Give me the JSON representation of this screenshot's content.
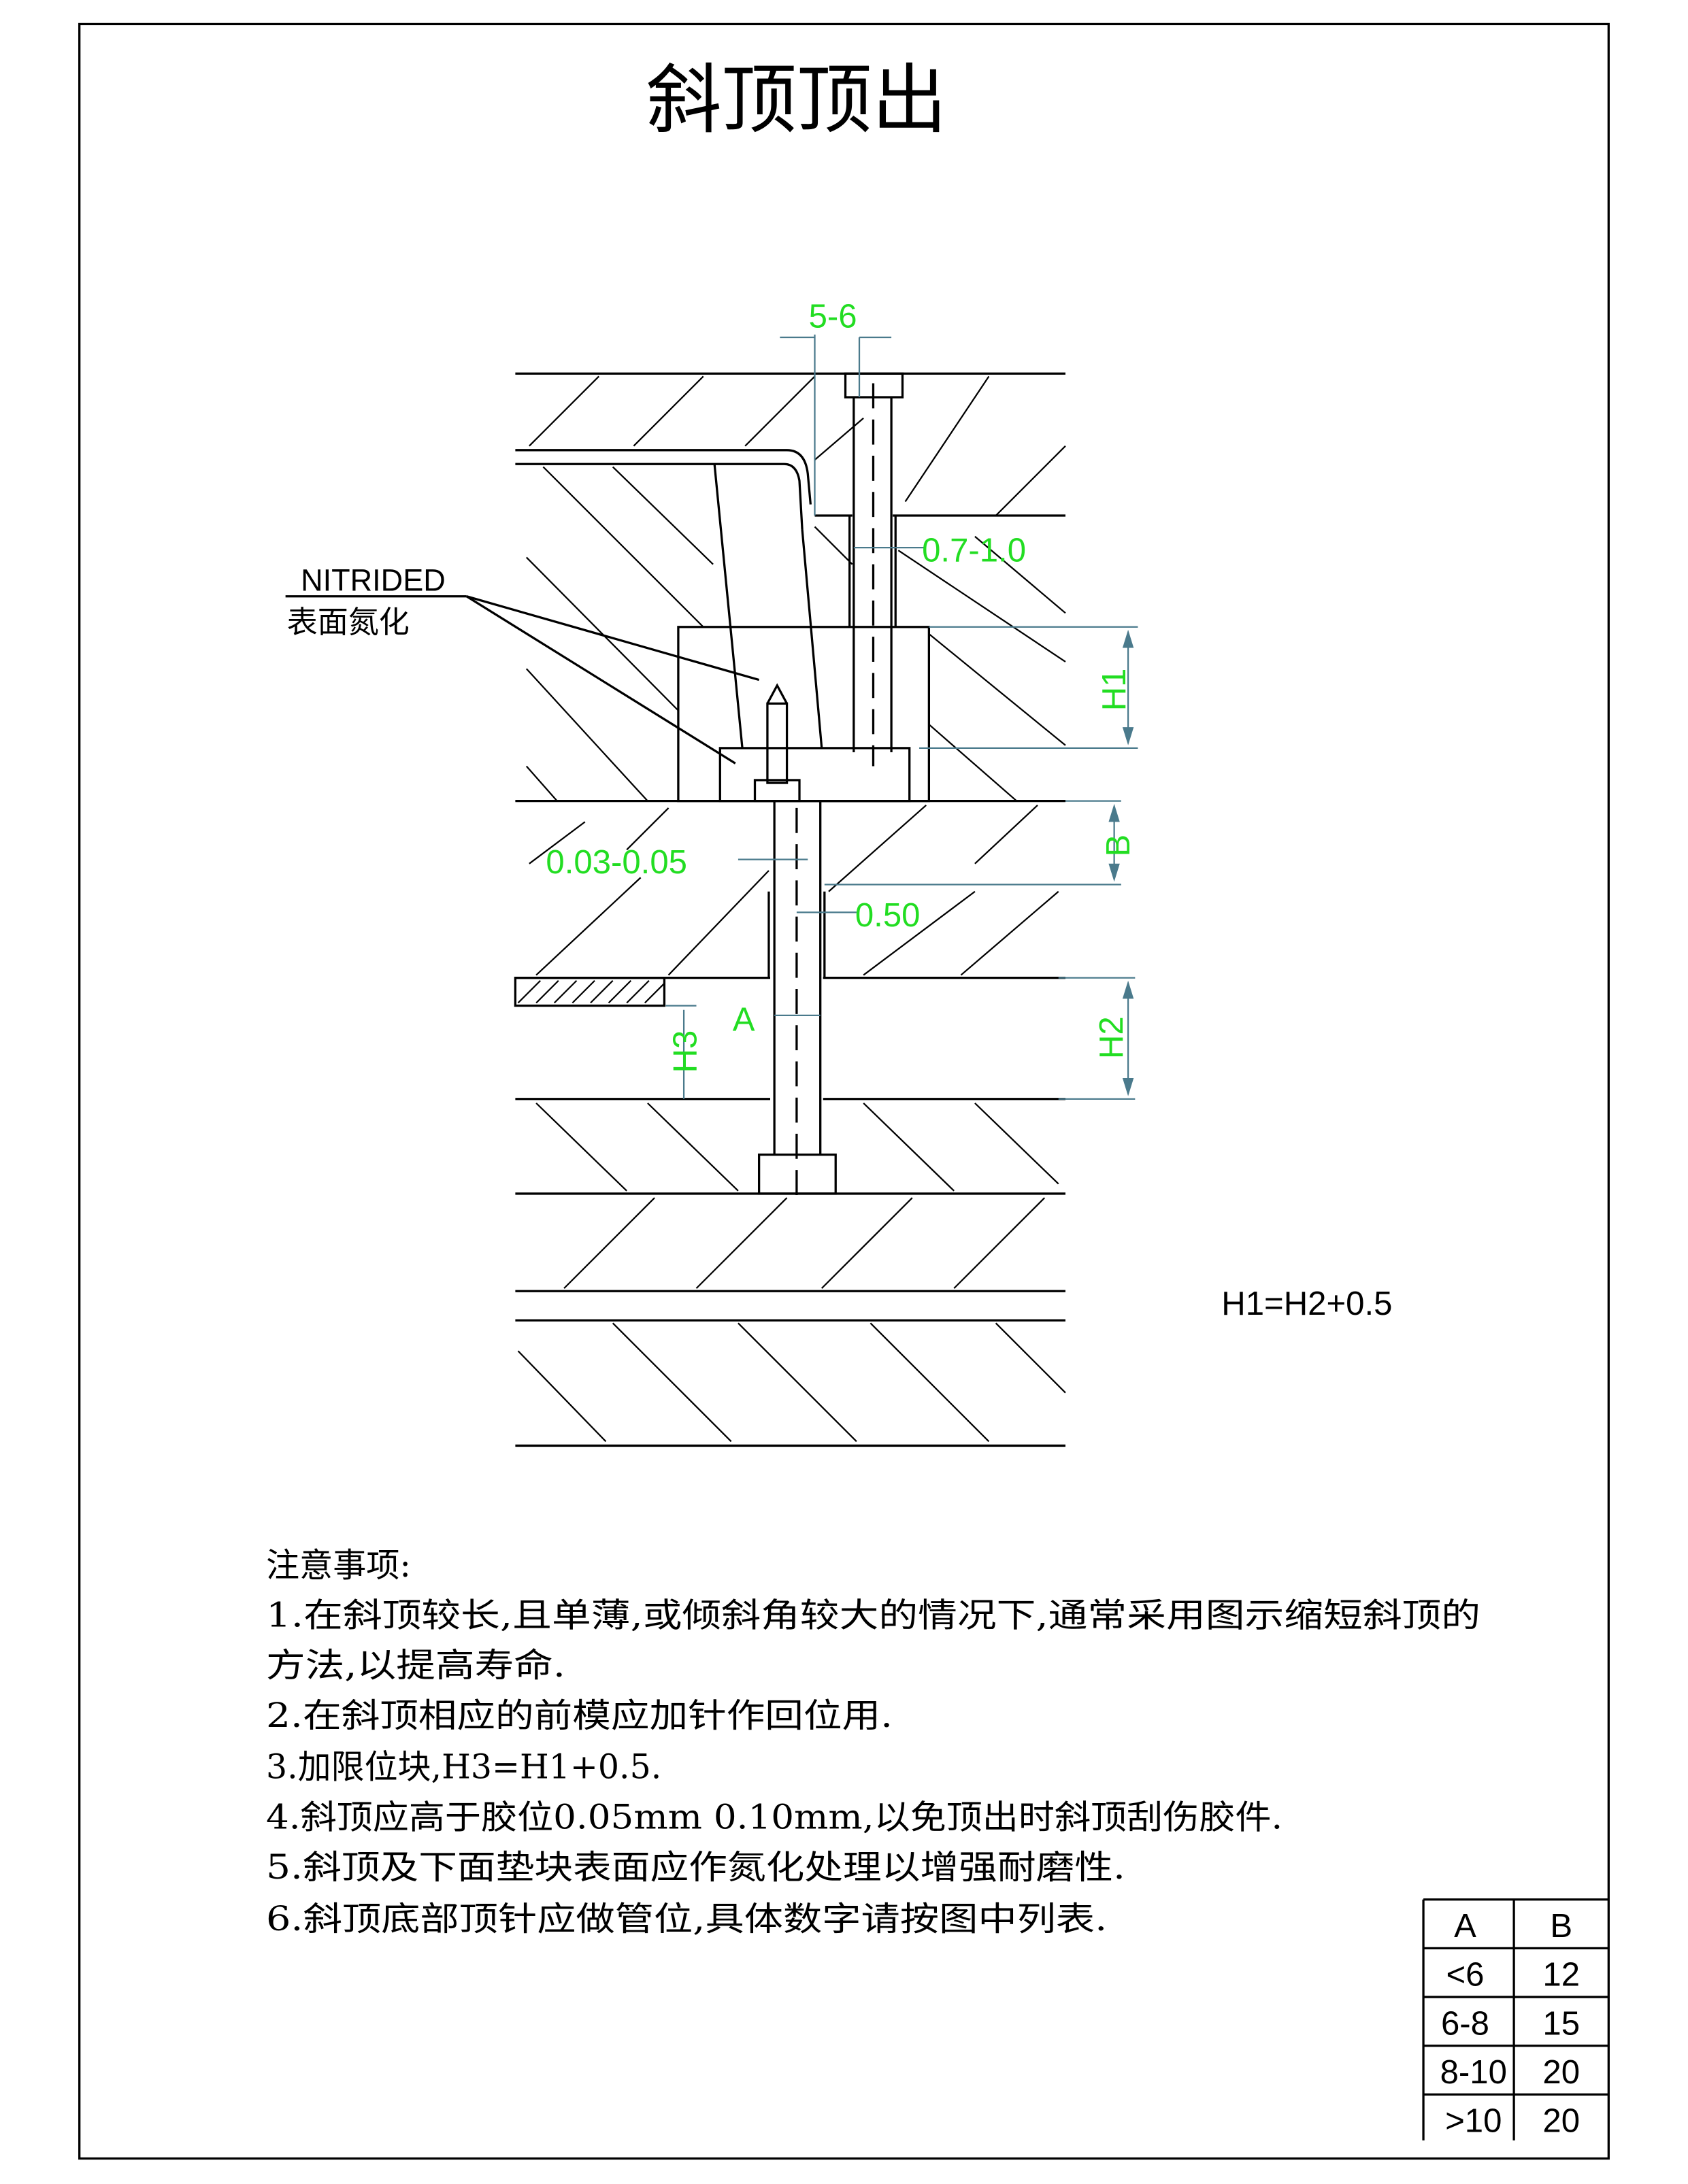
{
  "title": "斜顶顶出",
  "labels": {
    "nitrided": "NITRIDED",
    "nitrided_cn": "表面氮化",
    "formula": "H1=H2+0.5"
  },
  "dimensions": {
    "d56": "5-6",
    "d0710": "0.7-1.0",
    "h1": "H1",
    "b": "B",
    "d003005": "0.03-0.05",
    "d050": "0.50",
    "a": "A",
    "h3": "H3",
    "h2": "H2"
  },
  "notes": {
    "heading": "注意事项:",
    "lines": [
      "1.在斜顶较长,且单薄,或倾斜角较大的情况下,通常采用图示缩短斜顶的",
      "方法,以提高寿命.",
      "2.在斜顶相应的前模应加针作回位用.",
      "3.加限位块,H3=H1+0.5.",
      "4.斜顶应高于胶位0.05mm 0.10mm,以免顶出时斜顶刮伤胶件.",
      "5.斜顶及下面垫块表面应作氮化处理以增强耐磨性.",
      "6.斜顶底部顶针应做管位,具体数字请按图中列表."
    ]
  },
  "table": {
    "headers": [
      "A",
      "B"
    ],
    "rows": [
      [
        "<6",
        "12"
      ],
      [
        "6-8",
        "15"
      ],
      [
        "8-10",
        "20"
      ],
      [
        ">10",
        "20"
      ]
    ]
  },
  "colors": {
    "dimension_text": "#22dd22",
    "dimension_line": "#4a7a8c"
  }
}
